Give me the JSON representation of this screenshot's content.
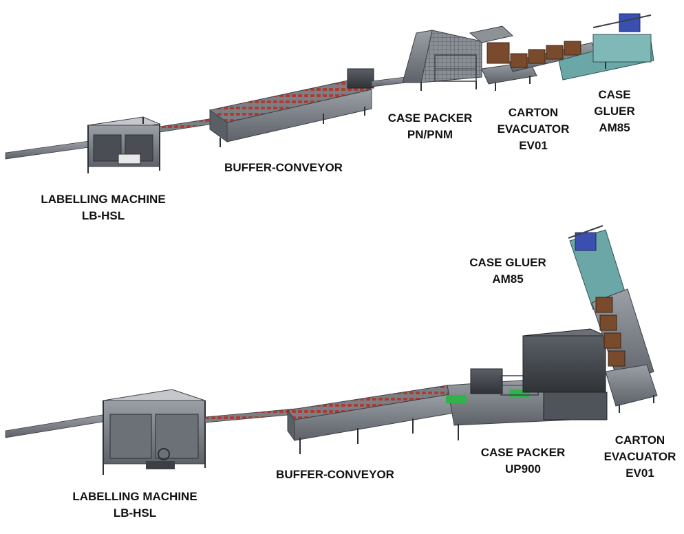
{
  "layout_top": {
    "labelling_machine": {
      "line1": "LABELLING MACHINE",
      "line2": "LB-HSL"
    },
    "buffer_conveyor": {
      "line1": "BUFFER-CONVEYOR"
    },
    "case_packer": {
      "line1": "CASE PACKER",
      "line2": "PN/PNM"
    },
    "carton_evacuator": {
      "line1": "CARTON",
      "line2": "EVACUATOR",
      "line3": "EV01"
    },
    "case_gluer": {
      "line1": "CASE",
      "line2": "GLUER",
      "line3": "AM85"
    }
  },
  "layout_bottom": {
    "labelling_machine": {
      "line1": "LABELLING MACHINE",
      "line2": "LB-HSL"
    },
    "buffer_conveyor": {
      "line1": "BUFFER-CONVEYOR"
    },
    "case_packer": {
      "line1": "CASE PACKER",
      "line2": "UP900"
    },
    "carton_evacuator": {
      "line1": "CARTON",
      "line2": "EVACUATOR",
      "line3": "EV01"
    },
    "case_gluer": {
      "line1": "CASE GLUER",
      "line2": "AM85"
    }
  },
  "colors": {
    "frame": "#6e7379",
    "frame_dark": "#3c4046",
    "product_red": "#b03a32",
    "carton_brown": "#7a4a2c",
    "gluer_teal": "#6aa7a6",
    "gluer_blue": "#3b4fb0",
    "green_plate": "#2fb34a"
  }
}
